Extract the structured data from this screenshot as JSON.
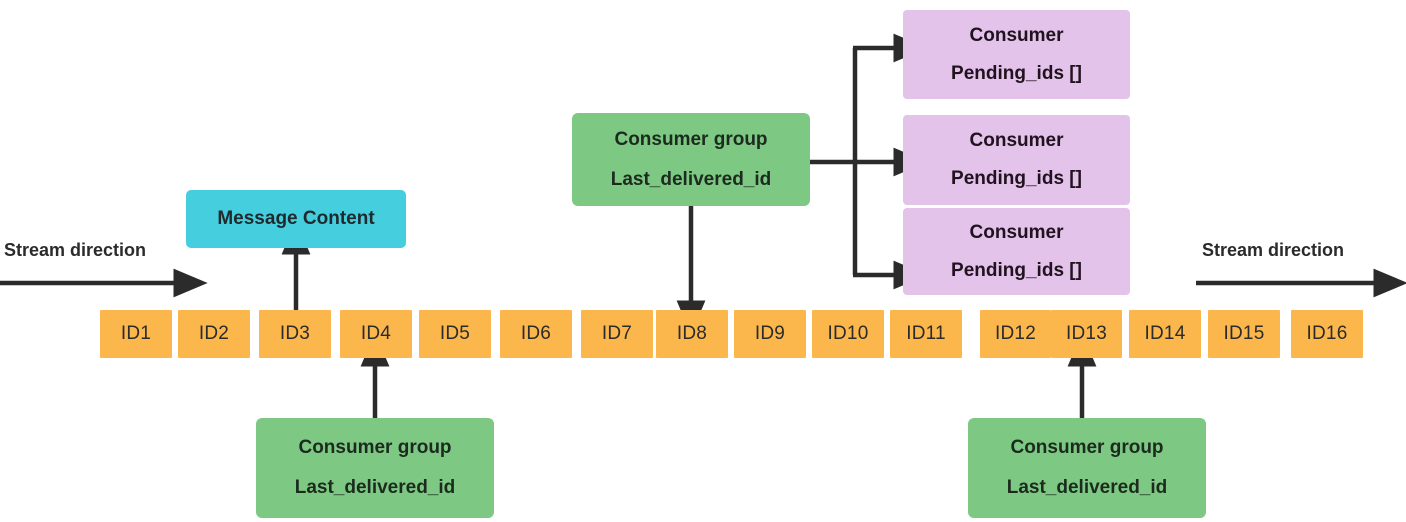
{
  "diagram": {
    "title": "Redis Stream with Consumer Groups",
    "background": "#ffffff",
    "colors": {
      "stream_id": "#FBB74B",
      "message_content": "#45CEDE",
      "consumer_group": "#7DC883",
      "consumer": "#E3C3E9",
      "arrow": "#2b2b2b",
      "text": "#2b2b2b"
    }
  },
  "labels": {
    "stream_direction_left": "Stream direction",
    "stream_direction_right": "Stream direction"
  },
  "message_content": {
    "label": "Message Content"
  },
  "stream_ids": [
    {
      "label": "ID1"
    },
    {
      "label": "ID2"
    },
    {
      "label": "ID3"
    },
    {
      "label": "ID4"
    },
    {
      "label": "ID5"
    },
    {
      "label": "ID6"
    },
    {
      "label": "ID7"
    },
    {
      "label": "ID8"
    },
    {
      "label": "ID9"
    },
    {
      "label": "ID10"
    },
    {
      "label": "ID11"
    },
    {
      "label": "ID12"
    },
    {
      "label": "ID13"
    },
    {
      "label": "ID14"
    },
    {
      "label": "ID15"
    },
    {
      "label": "ID16"
    }
  ],
  "consumer_groups": [
    {
      "title": "Consumer group",
      "field": "Last_delivered_id",
      "points_to": "ID8",
      "position": "top-middle"
    },
    {
      "title": "Consumer group",
      "field": "Last_delivered_id",
      "points_to": "ID4",
      "position": "bottom-left"
    },
    {
      "title": "Consumer group",
      "field": "Last_delivered_id",
      "points_to": "ID13",
      "position": "bottom-right"
    }
  ],
  "consumers": [
    {
      "title": "Consumer",
      "field": "Pending_ids []"
    },
    {
      "title": "Consumer",
      "field": "Pending_ids []"
    },
    {
      "title": "Consumer",
      "field": "Pending_ids []"
    }
  ]
}
